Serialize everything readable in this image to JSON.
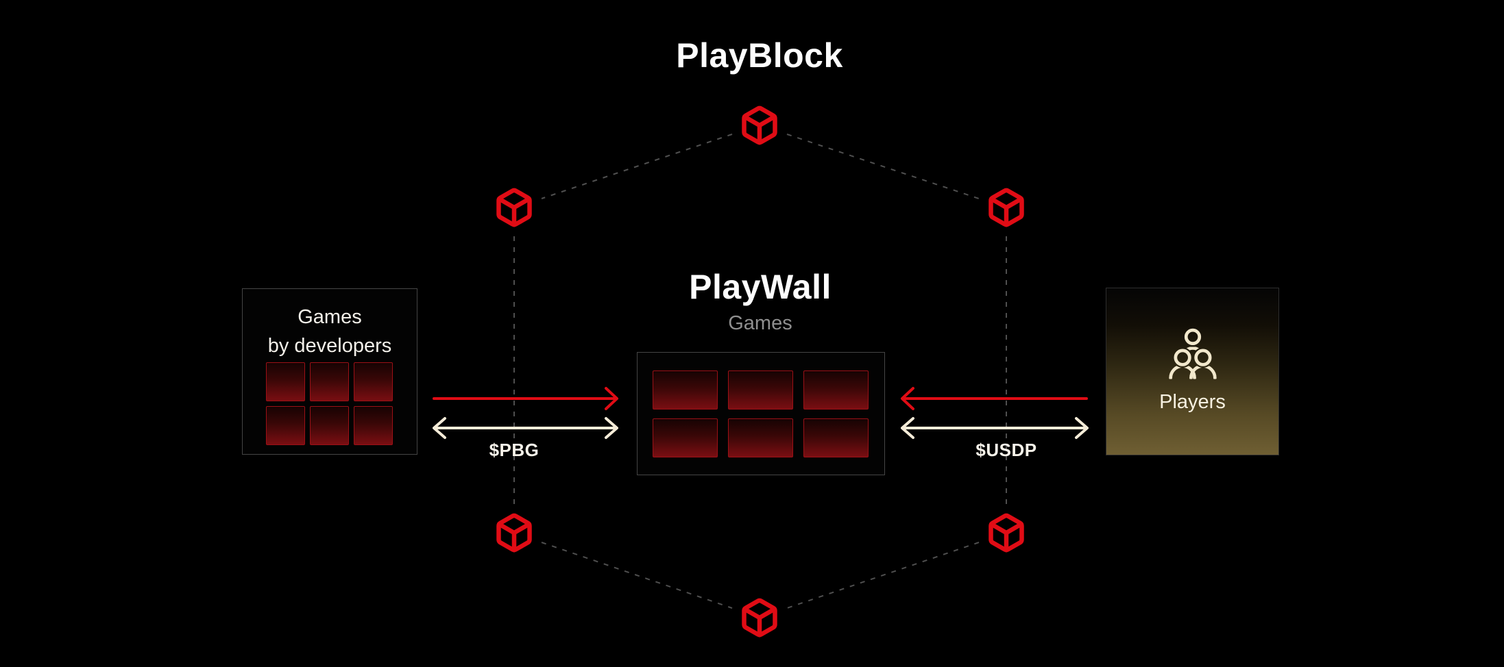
{
  "title": {
    "text": "PlayBlock"
  },
  "center": {
    "title": "PlayWall",
    "subtitle": "Games"
  },
  "center_box": {
    "tile_count": 6
  },
  "left_box": {
    "line1": "Games",
    "line2": "by developers",
    "tile_count": 6
  },
  "right_box": {
    "label": "Players"
  },
  "flows": {
    "left_token": "$PBG",
    "right_token": "$USDP"
  },
  "icons": {
    "nodes": "cube-icon",
    "players": "users-group-icon"
  },
  "colors": {
    "background": "#000000",
    "accent_red": "#e00c15",
    "cream": "#f5ecd8",
    "dash_gray": "#4f4f4f",
    "box_border": "#454545",
    "subtitle_gray": "#8f8f8f",
    "tile_border": "#9c1016",
    "tile_top": "#170303",
    "tile_bottom": "#7a0e12",
    "gold": "#6f5f33",
    "icon_cream": "#f2e8cc"
  }
}
